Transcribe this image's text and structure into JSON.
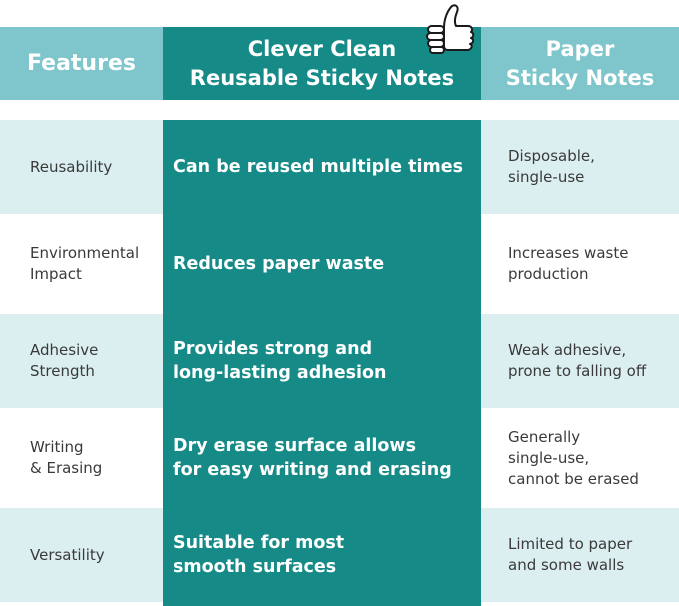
{
  "header": {
    "features": "Features",
    "clever_line1": "Clever Clean",
    "clever_line2": "Reusable Sticky Notes",
    "paper_line1": "Paper",
    "paper_line2": "Sticky Notes"
  },
  "colors": {
    "teal_dark": "#158a87",
    "teal_light": "#7ec6cb",
    "row_shade": "#dbeff0",
    "text_dark": "#3a3a3a"
  },
  "rows": [
    {
      "feature": [
        "Reusability"
      ],
      "clever": [
        "Can be reused multiple times"
      ],
      "paper": [
        "Disposable,",
        "single-use"
      ]
    },
    {
      "feature": [
        "Environmental",
        "Impact"
      ],
      "clever": [
        "Reduces paper waste"
      ],
      "paper": [
        "Increases waste",
        "production"
      ]
    },
    {
      "feature": [
        "Adhesive",
        "Strength"
      ],
      "clever": [
        "Provides strong and",
        "long-lasting adhesion"
      ],
      "paper": [
        "Weak adhesive,",
        "prone to falling off"
      ]
    },
    {
      "feature": [
        "Writing",
        "& Erasing"
      ],
      "clever": [
        "Dry erase surface allows",
        "for easy writing and erasing"
      ],
      "paper": [
        "Generally",
        "single-use,",
        "cannot be erased"
      ]
    },
    {
      "feature": [
        "Versatility"
      ],
      "clever": [
        "Suitable for most",
        "smooth surfaces"
      ],
      "paper": [
        "Limited to paper",
        "and some walls"
      ]
    }
  ]
}
